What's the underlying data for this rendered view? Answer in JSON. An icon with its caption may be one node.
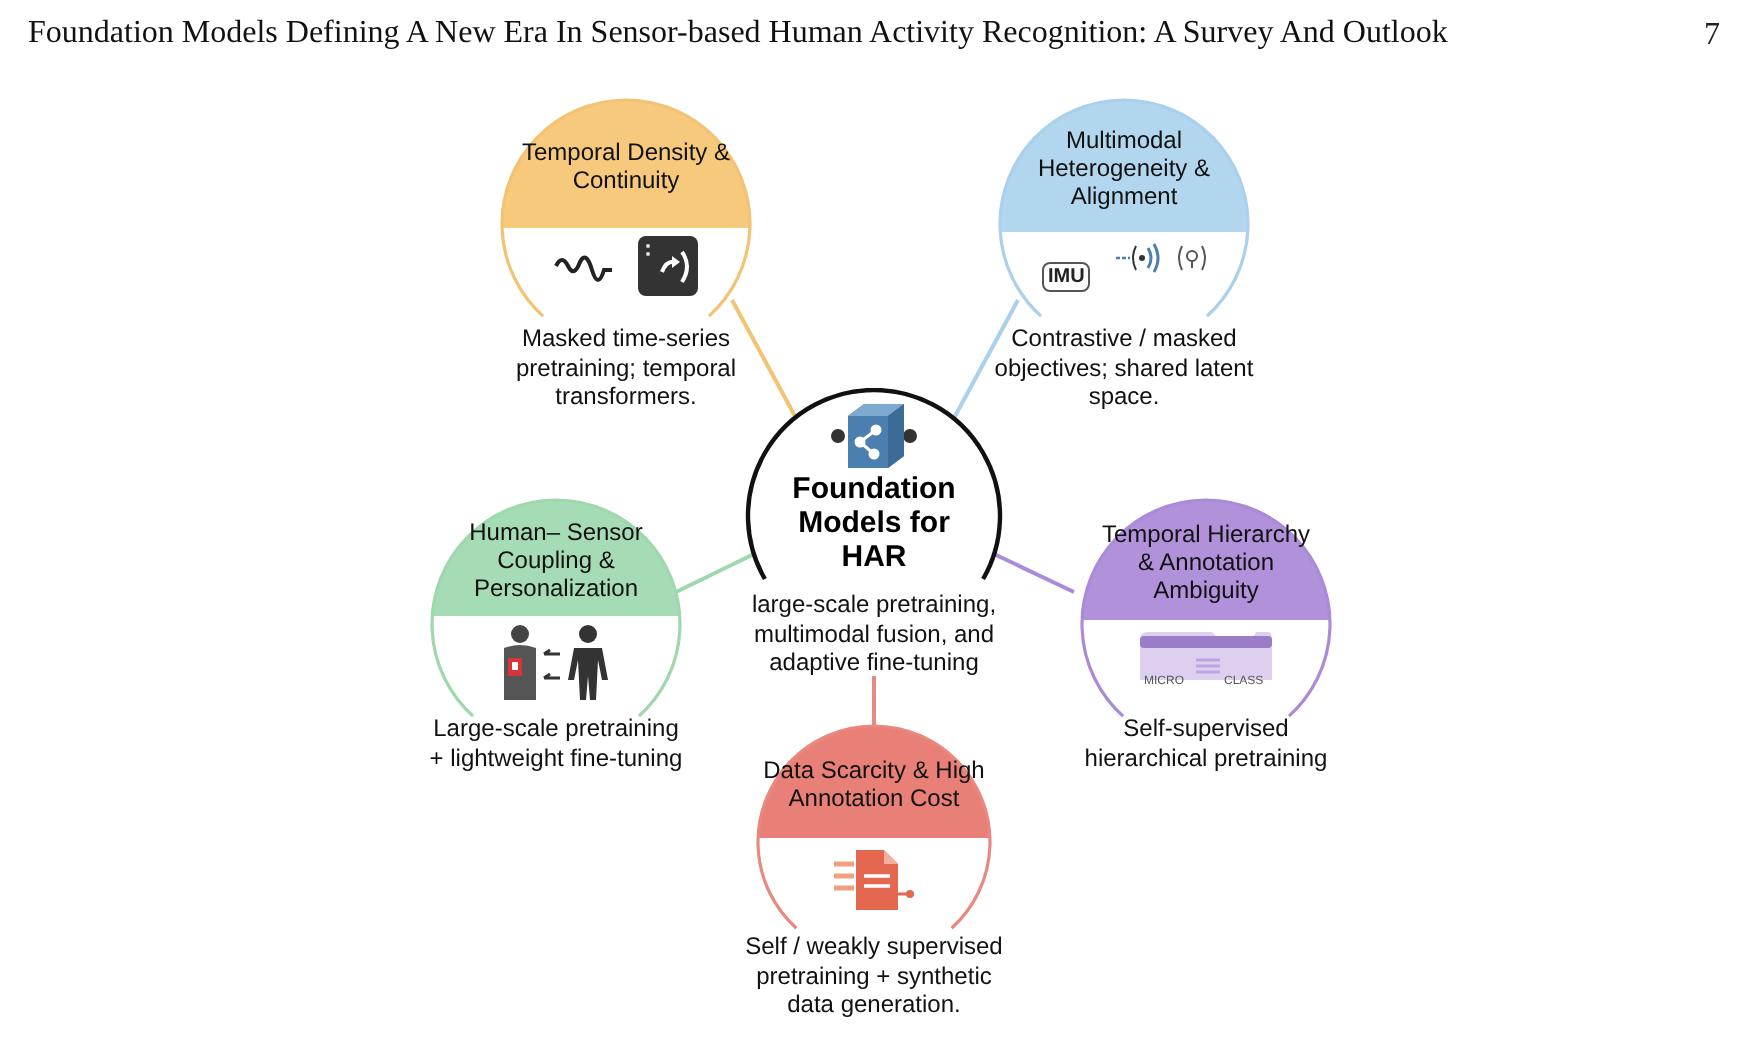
{
  "diagram": {
    "title": "Foundation Models Defining A New Era In Sensor-based Human Activity Recognition: A Survey And Outlook",
    "nodes": [
      {
        "text": [
          "Foundation Models for HAR",
          "large-scale pretraining, multimodal fusion, and adaptive fine-tuning"
        ]
      },
      {
        "text": [
          "Temporal Density & Continuity",
          "Masked time-series pretraining; temporal transformers."
        ]
      },
      {
        "text": [
          "Multimodal Heterogeneity & Alignment",
          "Contrastive / masked objectives; shared latent space."
        ]
      },
      {
        "text": [
          "Human– Sensor Coupling & Personalization",
          "Large-scale pretraining + lightweight fine-tuning"
        ]
      },
      {
        "text": [
          "Temporal Hierarchy & Annotation Ambiguity",
          "Self-supervised hierarchical pretraining"
        ]
      },
      {
        "text": [
          "Data Scarcity & High Annotation Cost",
          "Self / weakly supervised pretraining + synthetic data generation."
        ]
      }
    ],
    "edges": [
      {
        "from": 1,
        "to": 0,
        "arrow": "none",
        "color": "#f2c374"
      },
      {
        "from": 2,
        "to": 0,
        "arrow": "none",
        "color": "#a9d0ec"
      },
      {
        "from": 3,
        "to": 0,
        "arrow": "none",
        "color": "#9fd8ad"
      },
      {
        "from": 4,
        "to": 0,
        "arrow": "none",
        "color": "#a98bd8"
      },
      {
        "from": 5,
        "to": 0,
        "arrow": "none",
        "color": "#e8887e"
      }
    ],
    "labels": [
      "7",
      "IMU",
      "MICRO",
      "CLASS"
    ]
  }
}
